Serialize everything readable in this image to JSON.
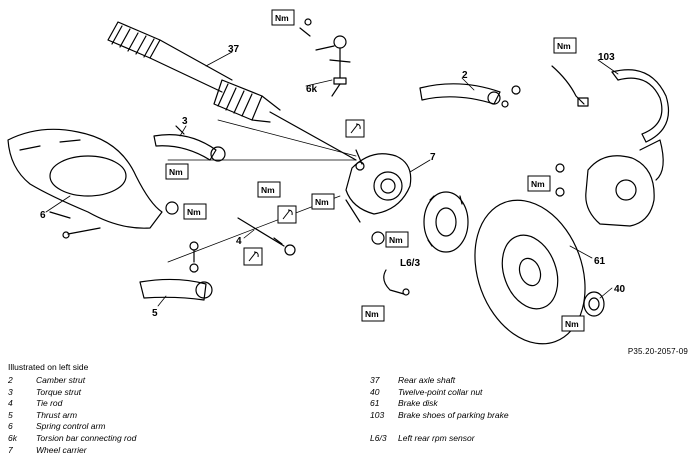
{
  "figure": {
    "reference_code": "P35.20-2057-09",
    "torque_symbol_label": "Nm",
    "callouts": {
      "c37": "37",
      "c6k": "6k",
      "c2": "2",
      "c103": "103",
      "c3": "3",
      "c7": "7",
      "c6": "6",
      "c4": "4",
      "c61": "61",
      "cL63": "L6/3",
      "c40": "40",
      "c5": "5"
    }
  },
  "legend": {
    "heading": "Illustrated on left side",
    "left_items": [
      {
        "num": "2",
        "text": "Camber strut"
      },
      {
        "num": "3",
        "text": "Torque strut"
      },
      {
        "num": "4",
        "text": "Tie rod"
      },
      {
        "num": "5",
        "text": "Thrust arm"
      },
      {
        "num": "6",
        "text": "Spring control arm"
      },
      {
        "num": "6k",
        "text": "Torsion bar connecting rod"
      },
      {
        "num": "7",
        "text": "Wheel carrier"
      }
    ],
    "right_items": [
      {
        "num": "37",
        "text": "Rear axle shaft"
      },
      {
        "num": "40",
        "text": "Twelve-point collar nut"
      },
      {
        "num": "61",
        "text": "Brake disk"
      },
      {
        "num": "103",
        "text": "Brake shoes of parking brake"
      },
      {
        "num": "L6/3",
        "text": "Left rear rpm sensor"
      }
    ]
  }
}
